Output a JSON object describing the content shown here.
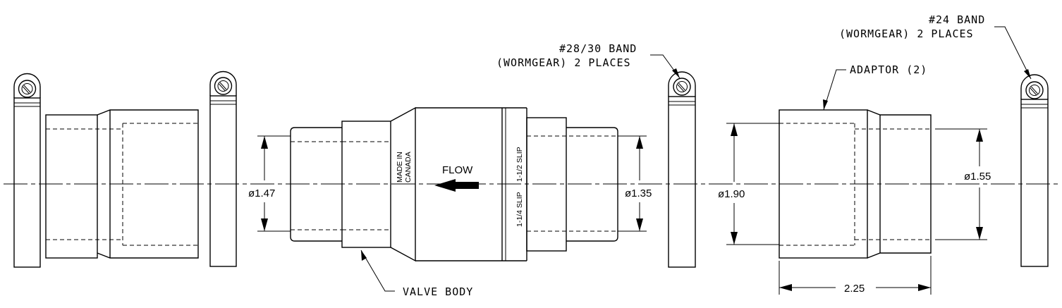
{
  "labels": {
    "band_28_30_line1": "#28/30 BAND",
    "band_28_30_line2": "(WORMGEAR) 2 PLACES",
    "band_24_line1": "#24 BAND",
    "band_24_line2": "(WORMGEAR) 2 PLACES",
    "adaptor": "ADAPTOR (2)",
    "valve_body": "VALVE BODY",
    "made_in_line1": "MADE IN",
    "made_in_line2": "CANADA",
    "flow": "FLOW",
    "slip_112": "1-1/2 SLIP",
    "slip_114": "1-1/4 SLIP"
  },
  "dimensions": {
    "d_147": "ø1.47",
    "d_135": "ø1.35",
    "d_190": "ø1.90",
    "d_155": "ø1.55",
    "length_225": "2.25"
  }
}
